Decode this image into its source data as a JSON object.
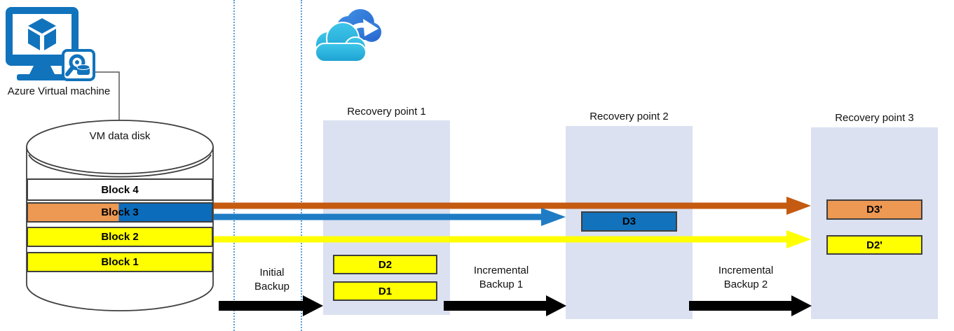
{
  "vm": {
    "label": "Azure Virtual machine"
  },
  "disk": {
    "label": "VM data disk",
    "blocks": [
      {
        "label": "Block 4",
        "fill": "white"
      },
      {
        "label": "Block 3",
        "fill": "orange-blue-split"
      },
      {
        "label": "Block 2",
        "fill": "yellow"
      },
      {
        "label": "Block 1",
        "fill": "yellow"
      }
    ]
  },
  "recovery_points": [
    {
      "title": "Recovery point 1",
      "items": [
        {
          "label": "D2",
          "fill": "yellow"
        },
        {
          "label": "D1",
          "fill": "yellow"
        }
      ]
    },
    {
      "title": "Recovery point 2",
      "items": [
        {
          "label": "D3",
          "fill": "blue"
        }
      ]
    },
    {
      "title": "Recovery point 3",
      "items": [
        {
          "label": "D3'",
          "fill": "orange"
        },
        {
          "label": "D2'",
          "fill": "yellow"
        }
      ]
    }
  ],
  "backup_steps": [
    {
      "label": "Initial\nBackup"
    },
    {
      "label": "Incremental\nBackup 1"
    },
    {
      "label": "Incremental\nBackup 2"
    }
  ],
  "flows": [
    {
      "from": "Block 3",
      "to": "Recovery point 3 / D3'",
      "color": "#c55a11"
    },
    {
      "from": "Block 3",
      "to": "Recovery point 2 / D3",
      "color": "#1f7cc4"
    },
    {
      "from": "Block 2",
      "to": "Recovery point 3 / D2'",
      "color": "#ffff00"
    }
  ],
  "colors": {
    "panel_bg": "#dbe1f1",
    "block_yellow": "#ffff00",
    "block_orange": "#ed9853",
    "block_blue": "#0c6cbc",
    "arrow_orange": "#c55a11",
    "arrow_blue": "#1f7cc4",
    "arrow_yellow": "#ffff00",
    "arrow_black": "#000000",
    "azure_blue": "#1173bc",
    "guide_dotted_blue": "#56a0dc"
  }
}
